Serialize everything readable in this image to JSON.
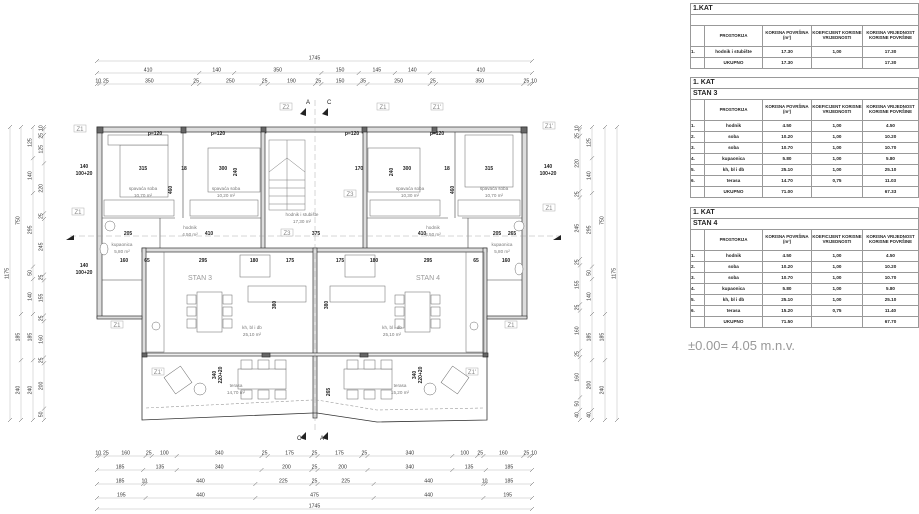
{
  "tables": [
    {
      "title": "1.KAT",
      "subtitle": "",
      "headers": [
        "PROSTORIJA",
        "KORISNA POVRŠINA (m²)",
        "KOEFICIJENT KORISNE VRIJEDNOSTI",
        "KORISNA VRIJEDNOST KORISNE POVRŠINE"
      ],
      "rows": [
        [
          "1.",
          "hodnik i stubište",
          "17.30",
          "1,00",
          "17.30"
        ]
      ],
      "total": [
        "",
        "UKUPNO",
        "17.30",
        "",
        "17.30"
      ]
    },
    {
      "title": "1. KAT",
      "subtitle": "STAN 3",
      "headers": [
        "PROSTORIJA",
        "KORISNA POVRŠINA (m²)",
        "KOEFICIJENT KORISNE VRIJEDNOSTI",
        "KORISNA VRIJEDNOST KORISNE POVRŠINE"
      ],
      "rows": [
        [
          "1.",
          "hodnik",
          "4.50",
          "1,00",
          "4.50"
        ],
        [
          "2.",
          "soba",
          "10.20",
          "1,00",
          "10.20"
        ],
        [
          "3.",
          "soba",
          "10.70",
          "1,00",
          "10.70"
        ],
        [
          "4.",
          "kupaonica",
          "5.80",
          "1,00",
          "5.80"
        ],
        [
          "5.",
          "kh, bl i db",
          "25.10",
          "1,00",
          "25.10"
        ],
        [
          "6.",
          "terasa",
          "14.70",
          "0,75",
          "11.03"
        ]
      ],
      "total": [
        "",
        "UKUPNO",
        "71.00",
        "",
        "67.33"
      ]
    },
    {
      "title": "1. KAT",
      "subtitle": "STAN 4",
      "headers": [
        "PROSTORIJA",
        "KORISNA POVRŠINA (m²)",
        "KOEFICIJENT KORISNE VRIJEDNOSTI",
        "KORISNA VRIJEDNOST KORISNE POVRŠINE"
      ],
      "rows": [
        [
          "1.",
          "hodnik",
          "4.50",
          "1,00",
          "4.50"
        ],
        [
          "2.",
          "soba",
          "10.20",
          "1,00",
          "10.20"
        ],
        [
          "3.",
          "soba",
          "10.70",
          "1,00",
          "10.70"
        ],
        [
          "4.",
          "kupaonica",
          "5.80",
          "1,00",
          "5.80"
        ],
        [
          "5.",
          "kh, bl i db",
          "25.10",
          "1,00",
          "25.10"
        ],
        [
          "6.",
          "terasa",
          "15.20",
          "0,75",
          "11.40"
        ]
      ],
      "total": [
        "",
        "UKUPNO",
        "71.50",
        "",
        "67.70"
      ]
    }
  ],
  "level_note": "±0.00= 4.05 m.n.v.",
  "dimensions": {
    "top": [
      [
        "1745"
      ],
      [
        "410",
        "140",
        "350",
        "150",
        "145",
        "140",
        "410"
      ],
      [
        "10",
        "25",
        "350",
        "25",
        "250",
        "25",
        "190",
        "25",
        "150",
        "35",
        "250",
        "25",
        "350",
        "25",
        "10"
      ]
    ],
    "bottom": [
      [
        "10",
        "25",
        "160",
        "25",
        "100",
        "340",
        "25",
        "175",
        "25",
        "175",
        "25",
        "340",
        "100",
        "25",
        "160",
        "25",
        "10"
      ],
      [
        "185",
        "135",
        "340",
        "200",
        "25",
        "200",
        "340",
        "135",
        "185"
      ],
      [
        "185",
        "10",
        "440",
        "225",
        "25",
        "225",
        "440",
        "10",
        "185"
      ],
      [
        "195",
        "440",
        "475",
        "440",
        "195"
      ],
      [
        "1745"
      ]
    ],
    "left": [
      [
        "1175"
      ],
      [
        "750",
        "185",
        "240"
      ],
      [
        "125",
        "140",
        "295",
        "50",
        "140",
        "185",
        "240"
      ],
      [
        "10",
        "25",
        "125",
        "220",
        "25",
        "245",
        "25",
        "155",
        "25",
        "160",
        "25",
        "200",
        "50"
      ]
    ],
    "right": [
      [
        "10",
        "25",
        "220",
        "25",
        "245",
        "25",
        "155",
        "25",
        "160",
        "25",
        "160",
        "50",
        "40"
      ],
      [
        "125",
        "140",
        "295",
        "50",
        "140",
        "185",
        "200",
        "40"
      ],
      [
        "750",
        "185",
        "240"
      ],
      [
        "1175"
      ]
    ]
  },
  "plan": {
    "tags": [
      "Z1",
      "Z2",
      "Z1",
      "Z1'",
      "Z1'",
      "Z1",
      "Z3",
      "Z3",
      "Z1",
      "Z1",
      "Z1",
      "Z1'",
      "Z1'"
    ],
    "section_marks": [
      "A",
      "C",
      "C",
      "A"
    ],
    "apartments": [
      "STAN 3",
      "STAN 4"
    ],
    "rooms": [
      {
        "name": "spavaća soba",
        "area": "10,70 m²"
      },
      {
        "name": "spavaća soba",
        "area": "10,20 m²"
      },
      {
        "name": "hodnik",
        "area": "4,50 m²"
      },
      {
        "name": "hodnik i stubište",
        "area": "17,30 m²"
      },
      {
        "name": "spavaća soba",
        "area": "10,30 m²"
      },
      {
        "name": "spavaća soba",
        "area": "10,70 m²"
      },
      {
        "name": "hodnik",
        "area": "4,50 m²"
      },
      {
        "name": "kupaonica",
        "area": "5,80 m²"
      },
      {
        "name": "kupaonica",
        "area": "5,80 m²"
      },
      {
        "name": "kh, bl i db",
        "area": "25,10 m²"
      },
      {
        "name": "kh, bl i db",
        "area": "25,10 m²"
      },
      {
        "name": "terasa",
        "area": "14,70 m²"
      },
      {
        "name": "terasa",
        "area": "15,20 m²"
      }
    ],
    "inner_dims": [
      "315",
      "300",
      "18",
      "300",
      "18",
      "315",
      "205",
      "205",
      "410",
      "410",
      "375",
      "170",
      "295",
      "295",
      "180",
      "175",
      "175",
      "180",
      "380",
      "380",
      "160",
      "160",
      "65",
      "65",
      "140",
      "100+20",
      "140",
      "100+20",
      "140",
      "100+20",
      "p=120",
      "p=120",
      "p=120",
      "p=120",
      "460",
      "460",
      "240",
      "240",
      "340",
      "220+20",
      "340",
      "220+20",
      "265",
      "265"
    ]
  }
}
